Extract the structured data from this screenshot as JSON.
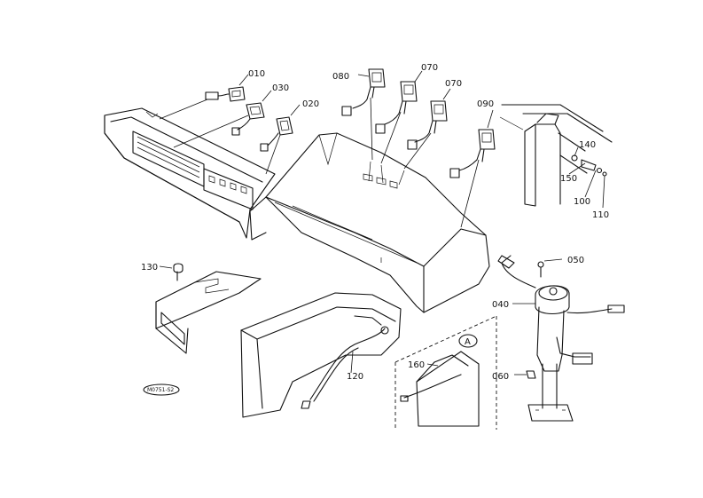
{
  "diagram": {
    "parts": {
      "p010": "010",
      "p030": "030",
      "p020": "020",
      "p080": "080",
      "p070a": "070",
      "p070b": "070",
      "p090": "090",
      "p140": "140",
      "p150": "150",
      "p100": "100",
      "p110": "110",
      "p050": "050",
      "p040": "040",
      "p130": "130",
      "p120": "120",
      "p160": "160",
      "p060": "060"
    },
    "detail_marker": "A",
    "drawing_number": "M0751-S2"
  }
}
